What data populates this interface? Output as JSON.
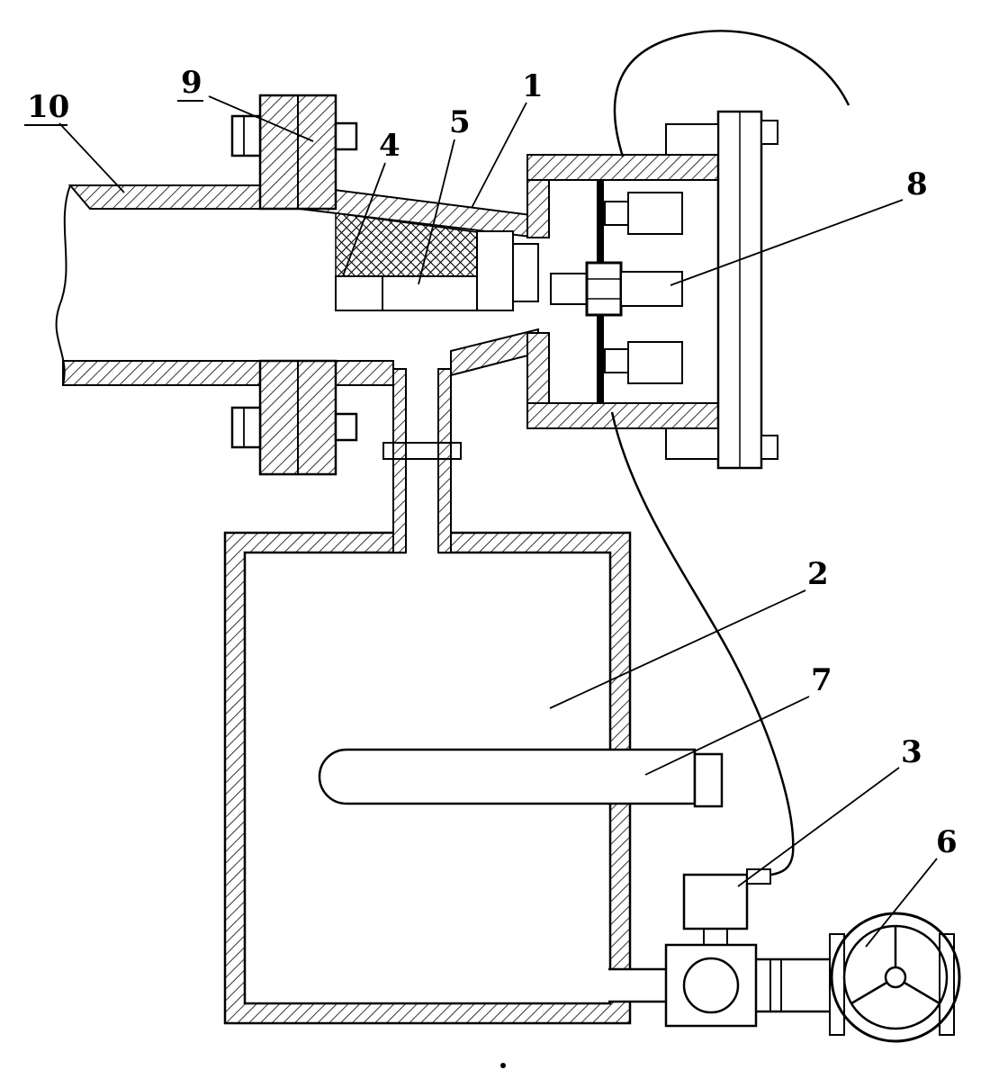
{
  "figure": {
    "ink_color": "#000000",
    "paper_color": "#ffffff"
  },
  "parts": {
    "p1": {
      "label": "1"
    },
    "p2": {
      "label": "2"
    },
    "p3": {
      "label": "3"
    },
    "p4": {
      "label": "4"
    },
    "p5": {
      "label": "5"
    },
    "p6": {
      "label": "6"
    },
    "p7": {
      "label": "7"
    },
    "p8": {
      "label": "8"
    },
    "p9": {
      "label": "9"
    },
    "p10": {
      "label": "10"
    }
  }
}
